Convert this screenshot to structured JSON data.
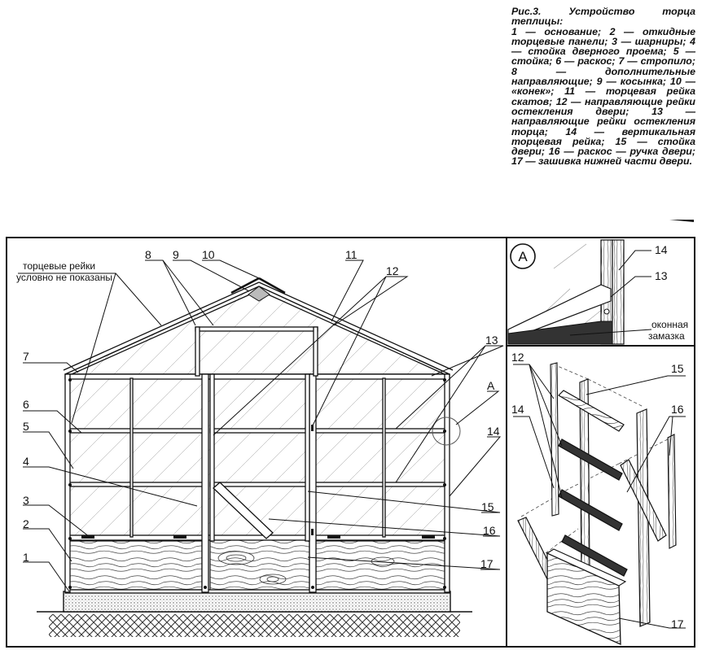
{
  "caption": {
    "title": "Рис.3. Устройство торца теплицы:",
    "body": "1 — основание; 2 — откидные торцевые панели; 3 — шарниры; 4 — стойка дверного проема; 5 — стойка; 6 — раскос; 7 — стропило; 8 — дополнительные направляющие; 9 — косынка; 10 — «конек»; 11 — торцевая рейка скатов; 12 — направляющие рейки остекления двери; 13 — направляющие рейки остекления торца; 14 — вертикальная торцевая рейка; 15 — стойка двери; 16 — раскос — ручка двери; 17 — зашивка нижней части двери."
  },
  "main_view": {
    "note_line1": "торцевые рейки",
    "note_line2": "условно не показаны",
    "callouts": [
      "1",
      "2",
      "3",
      "4",
      "5",
      "6",
      "7",
      "8",
      "9",
      "10",
      "11",
      "12",
      "13",
      "14",
      "15",
      "16",
      "17",
      "A"
    ]
  },
  "detail_a": {
    "marker": "A",
    "callouts": [
      "14",
      "13"
    ],
    "note_line1": "оконная",
    "note_line2": "замазка"
  },
  "exploded": {
    "callouts": [
      "12",
      "15",
      "14",
      "16",
      "17"
    ]
  }
}
